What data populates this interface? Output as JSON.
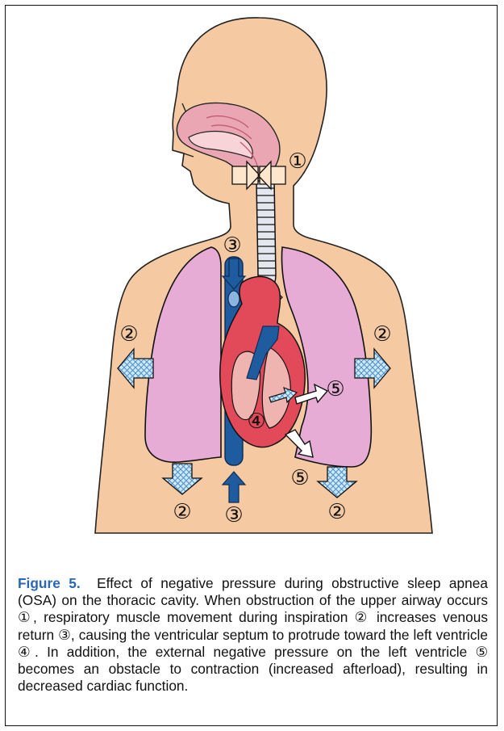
{
  "diagram": {
    "markers": [
      {
        "id": "m1-airway",
        "text": "①"
      },
      {
        "id": "m2-left",
        "text": "②"
      },
      {
        "id": "m2-right",
        "text": "②"
      },
      {
        "id": "m2-bottom-left",
        "text": "②"
      },
      {
        "id": "m2-bottom-right",
        "text": "②"
      },
      {
        "id": "m3-top",
        "text": "③"
      },
      {
        "id": "m3-bottom",
        "text": "③"
      },
      {
        "id": "m4-septum",
        "text": "④"
      },
      {
        "id": "m5-upper",
        "text": "⑤"
      },
      {
        "id": "m5-lower",
        "text": "⑤"
      }
    ]
  },
  "caption": {
    "label": "Figure 5.",
    "text": "Effect of negative pressure during obstructive sleep apnea (OSA) on the thoracic cavity. When obstruction of the upper airway occurs ①, respiratory muscle movement during inspiration ② increases venous return ③, causing the ventricular septum to protrude toward the left ventricle ④. In addition, the external negative pressure on the left ventricle ⑤ becomes an obstacle to contraction (increased afterload), resulting in decreased cardiac function."
  },
  "colors": {
    "skin": "#f5c9a2",
    "lung": "#e6acd5",
    "heart": "#e24a5a",
    "vein": "#1f5c9f",
    "airway": "#e4e8ee"
  }
}
